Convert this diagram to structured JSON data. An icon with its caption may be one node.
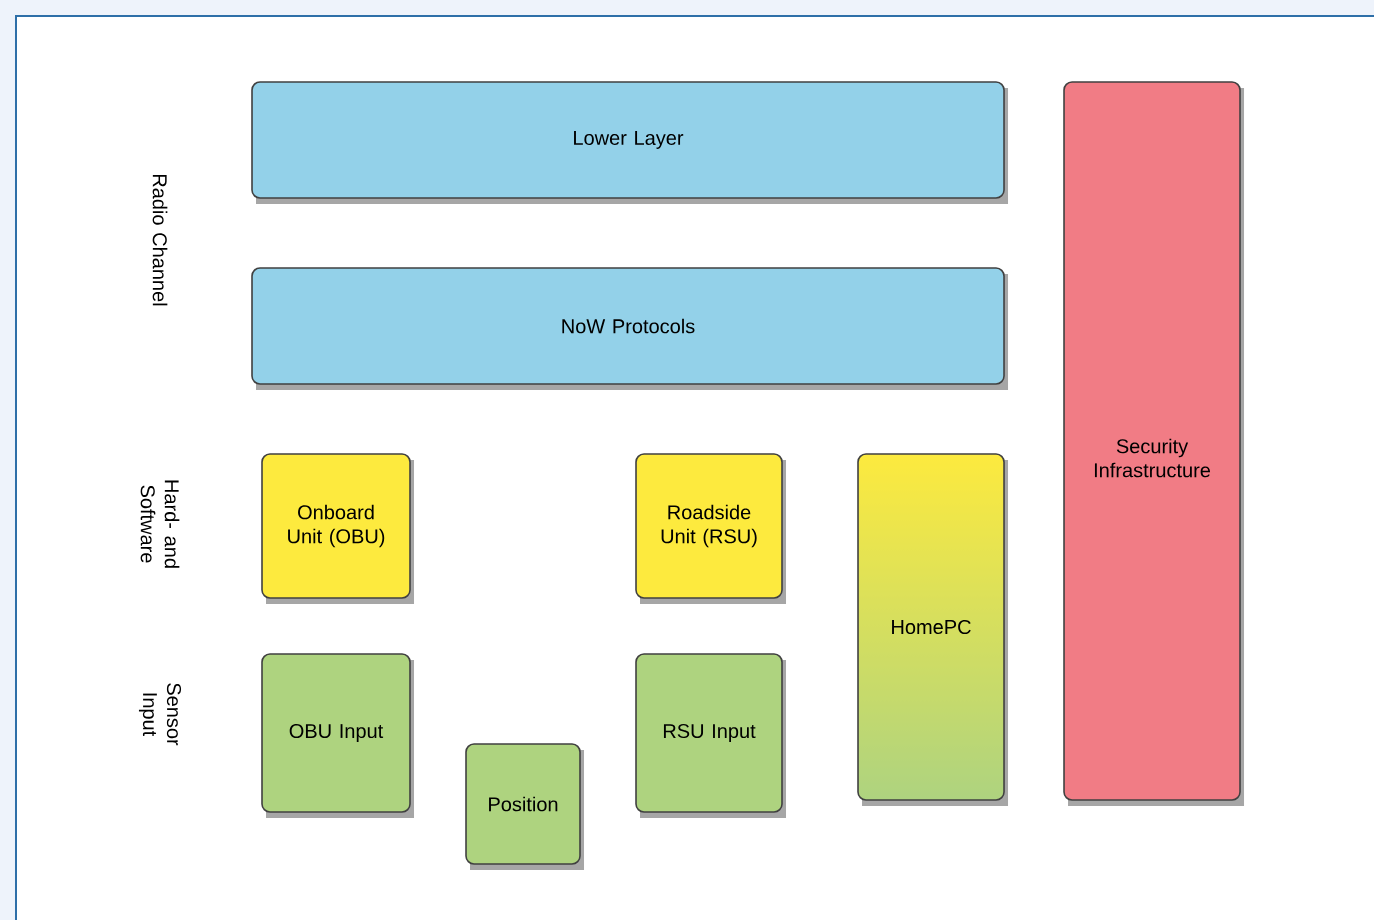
{
  "diagram": {
    "nodes": [
      {
        "text": [
          "Lower Layer"
        ]
      },
      {
        "text": [
          "NoW Protocols"
        ]
      },
      {
        "text": [
          "Security Infrastructure"
        ]
      },
      {
        "text": [
          "Onboard Unit (OBU)"
        ]
      },
      {
        "text": [
          "Roadside Unit (RSU)"
        ]
      },
      {
        "text": [
          "HomePC"
        ]
      },
      {
        "text": [
          "OBU Input"
        ]
      },
      {
        "text": [
          "Position"
        ]
      },
      {
        "text": [
          "RSU Input"
        ]
      }
    ],
    "labels": [
      "Radio Channel",
      "Hard- and Software",
      "Sensor Input"
    ]
  }
}
